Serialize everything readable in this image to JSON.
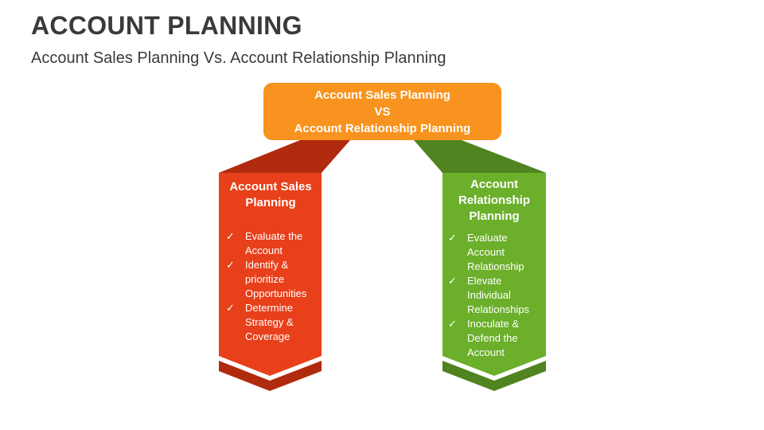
{
  "header": {
    "title": "ACCOUNT PLANNING",
    "subtitle": "Account Sales Planning Vs. Account Relationship Planning"
  },
  "top_box": {
    "line1": "Account Sales Planning",
    "line2": "VS",
    "line3": "Account Relationship Planning"
  },
  "colors": {
    "orange": "#F7931E",
    "red": "#E8401A",
    "dark_red": "#B02A0E",
    "green": "#6BAF2A",
    "dark_green": "#4F8420"
  },
  "left_panel": {
    "title": "Account Sales Planning",
    "items": [
      "Evaluate the Account",
      "Identify & prioritize Opportunities",
      "Determine Strategy & Coverage"
    ]
  },
  "right_panel": {
    "title": "Account Relationship Planning",
    "items": [
      "Evaluate Account Relationship",
      "Elevate Individual Relationships",
      "Inoculate & Defend the Account"
    ]
  },
  "check_glyph": "✓"
}
